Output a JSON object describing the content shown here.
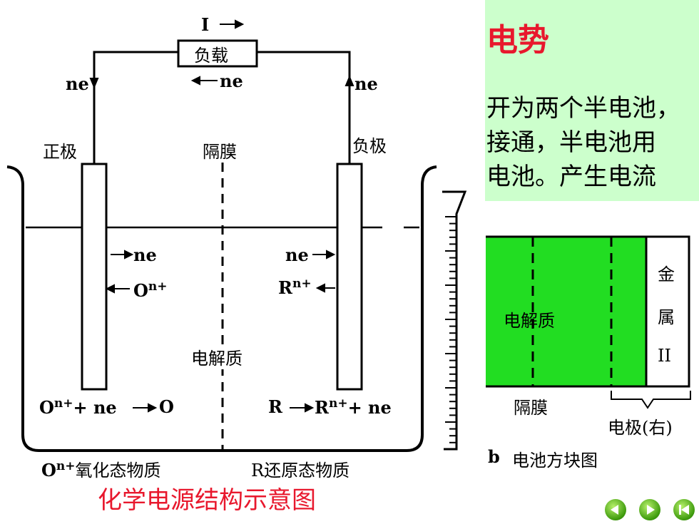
{
  "diagram": {
    "current_label": "I",
    "load_label": "负载",
    "ne_left": "ne",
    "ne_mid": "ne",
    "ne_right": "ne",
    "positive_electrode": "正极",
    "membrane": "隔膜",
    "negative_electrode": "负极",
    "ne_inside_left": "ne",
    "ion_left_base": "O",
    "ion_left_sup": "n+",
    "ion_right_base": "R",
    "ion_right_sup": "n+",
    "ne_inside_right": "ne",
    "electrolyte": "电解质",
    "reaction_left_pre": "O",
    "reaction_left_sup": "n+",
    "reaction_left_post": "+ ne",
    "reaction_left_product": "O",
    "reaction_right_pre": "R",
    "reaction_right_mid": "R",
    "reaction_right_sup": "n+",
    "reaction_right_post": "+ ne",
    "bottom_left_pre": "O",
    "bottom_left_sup": "n+",
    "bottom_left_post": "氧化态物质",
    "bottom_right": "R还原态物质",
    "caption": "化学电源结构示意图"
  },
  "panel": {
    "title": "电势",
    "line1": "开为两个半电池，",
    "line2": "接通，半电池用",
    "line3": "电池。产生电流"
  },
  "block_diagram": {
    "electrolyte": "电解质",
    "metal_1": "金",
    "metal_2": "属",
    "metal_3": "II",
    "membrane": "隔膜",
    "electrode": "电极(右)",
    "caption_letter": "b",
    "caption": "电池方块图"
  },
  "colors": {
    "accent_red": "#e8182d",
    "panel_green": "#ccffcc",
    "block_green": "#22dd22"
  },
  "icons": [
    "prev-icon",
    "next-icon",
    "first-icon"
  ]
}
